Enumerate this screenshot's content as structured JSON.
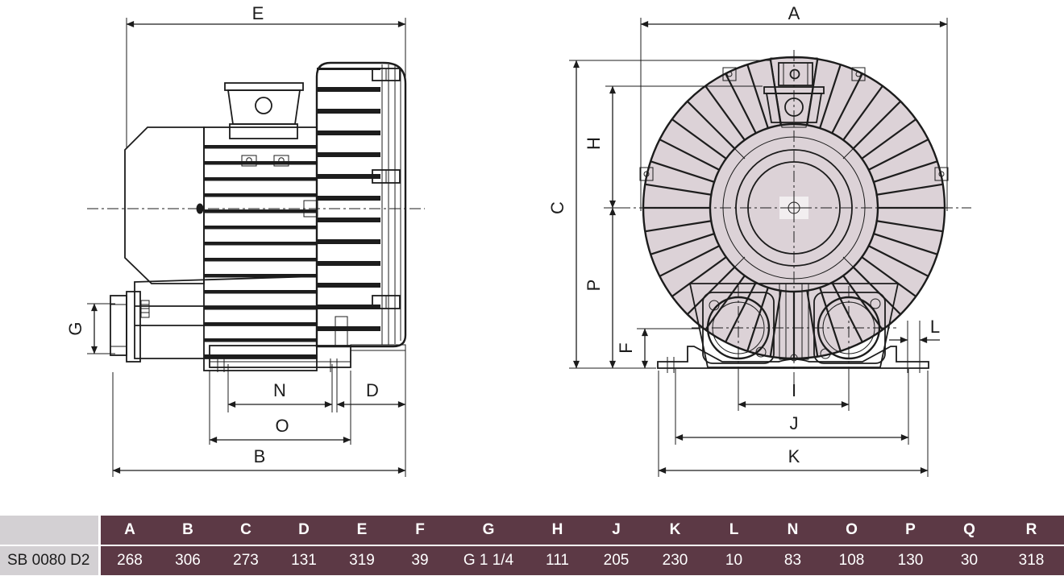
{
  "diagram": {
    "labels": {
      "A": "A",
      "B": "B",
      "C": "C",
      "D": "D",
      "E": "E",
      "F": "F",
      "G": "G",
      "H": "H",
      "I": "I",
      "J": "J",
      "K": "K",
      "L": "L",
      "N": "N",
      "O": "O",
      "P": "P"
    }
  },
  "table": {
    "row_label": "SB 0080 D2",
    "columns": [
      "A",
      "B",
      "C",
      "D",
      "E",
      "F",
      "G",
      "H",
      "J",
      "K",
      "L",
      "N",
      "O",
      "P",
      "Q",
      "R"
    ],
    "values": [
      "268",
      "306",
      "273",
      "131",
      "319",
      "39",
      "G 1 1/4",
      "111",
      "205",
      "230",
      "10",
      "83",
      "108",
      "130",
      "30",
      "318"
    ]
  },
  "colors": {
    "drawing_line": "#1c1c1c",
    "fill_light": "#e9e3e6",
    "fill_mid": "#ddd3d8",
    "fill_dark": "#c6b6be",
    "table_header_bg": "#5c3945",
    "table_label_bg": "#d3d0d3",
    "table_text": "#ffffff",
    "row_label_text": "#1c1c1c"
  }
}
